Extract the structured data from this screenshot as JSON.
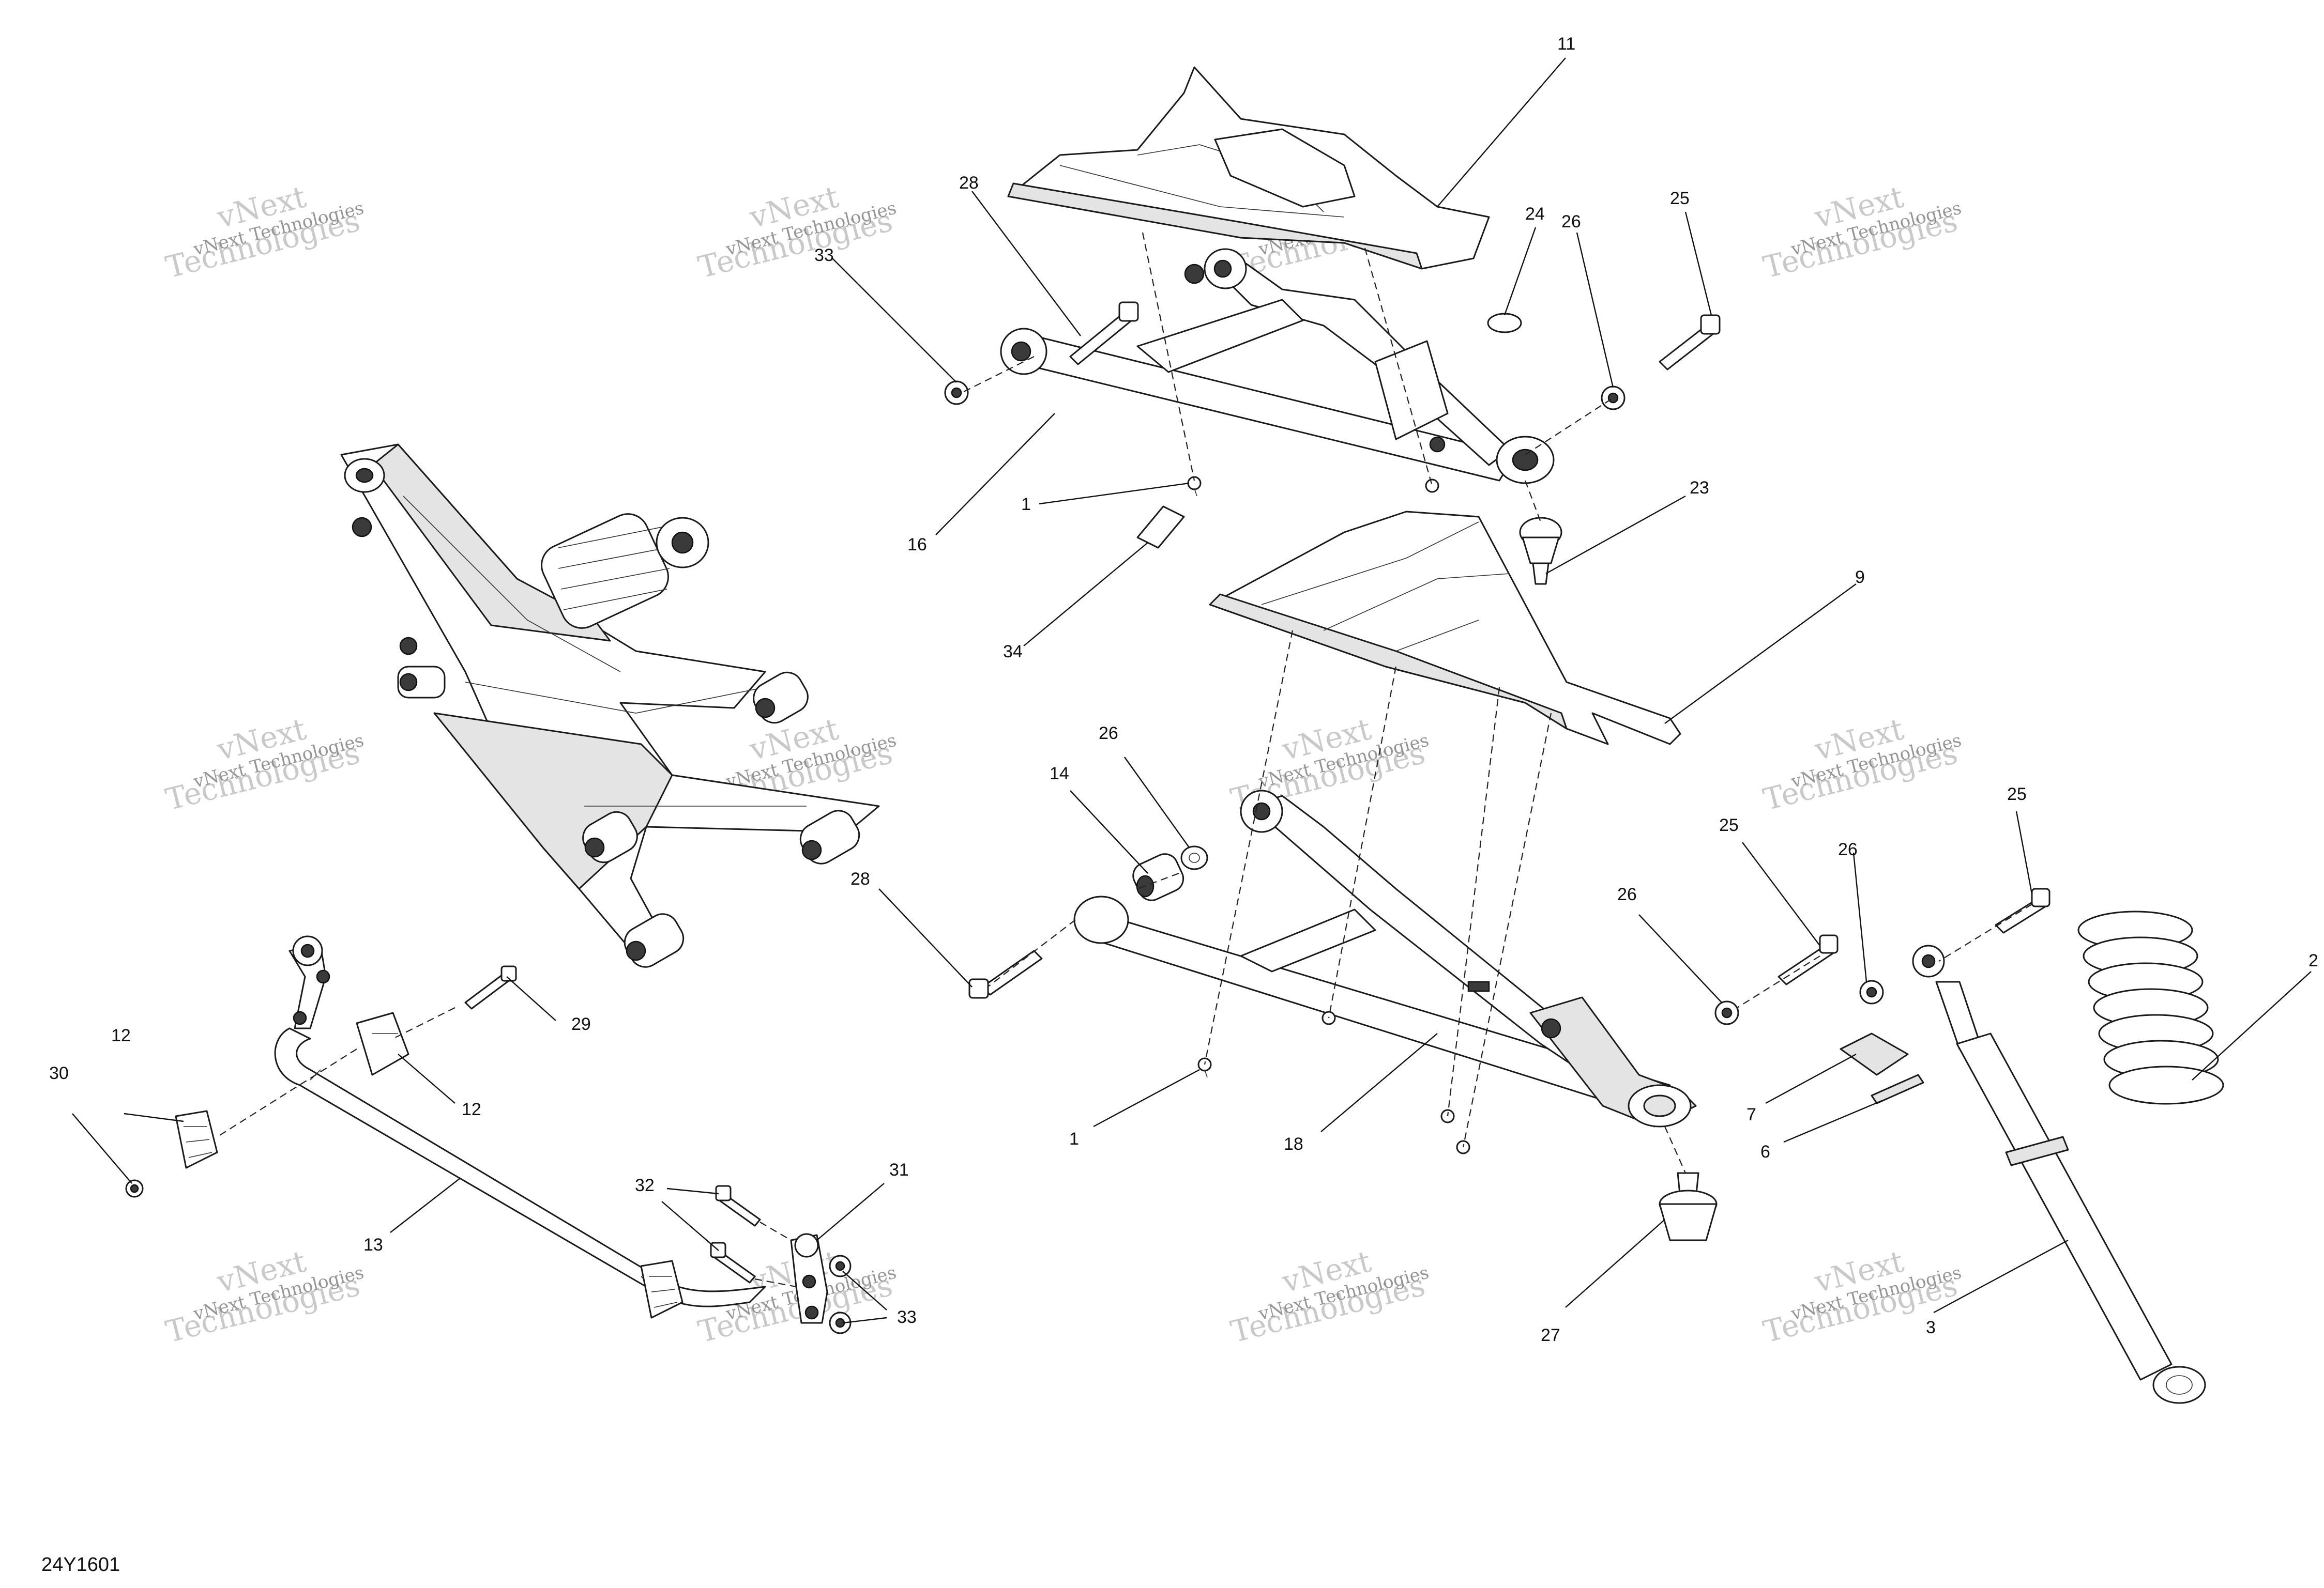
{
  "diagram": {
    "drawing_code": "24Y1601",
    "watermark_line1": "vNext",
    "watermark_line2": "Technologies",
    "watermark_small": "vNext Technologies",
    "callouts": [
      {
        "id": "c11",
        "label": "11"
      },
      {
        "id": "c28a",
        "label": "28"
      },
      {
        "id": "c33a",
        "label": "33"
      },
      {
        "id": "c24",
        "label": "24"
      },
      {
        "id": "c26a",
        "label": "26"
      },
      {
        "id": "c25a",
        "label": "25"
      },
      {
        "id": "c1a",
        "label": "1"
      },
      {
        "id": "c16",
        "label": "16"
      },
      {
        "id": "c23",
        "label": "23"
      },
      {
        "id": "c9",
        "label": "9"
      },
      {
        "id": "c34",
        "label": "34"
      },
      {
        "id": "c26b",
        "label": "26"
      },
      {
        "id": "c14",
        "label": "14"
      },
      {
        "id": "c28b",
        "label": "28"
      },
      {
        "id": "c25b",
        "label": "25"
      },
      {
        "id": "c25c",
        "label": "25"
      },
      {
        "id": "c26c",
        "label": "26"
      },
      {
        "id": "c26d",
        "label": "26"
      },
      {
        "id": "c2",
        "label": "2"
      },
      {
        "id": "c29",
        "label": "29"
      },
      {
        "id": "c12a",
        "label": "12"
      },
      {
        "id": "c12b",
        "label": "12"
      },
      {
        "id": "c30",
        "label": "30"
      },
      {
        "id": "c13",
        "label": "13"
      },
      {
        "id": "c7",
        "label": "7"
      },
      {
        "id": "c6",
        "label": "6"
      },
      {
        "id": "c1b",
        "label": "1"
      },
      {
        "id": "c18",
        "label": "18"
      },
      {
        "id": "c32",
        "label": "32"
      },
      {
        "id": "c31",
        "label": "31"
      },
      {
        "id": "c33b",
        "label": "33"
      },
      {
        "id": "c27",
        "label": "27"
      },
      {
        "id": "c3",
        "label": "3"
      }
    ]
  }
}
